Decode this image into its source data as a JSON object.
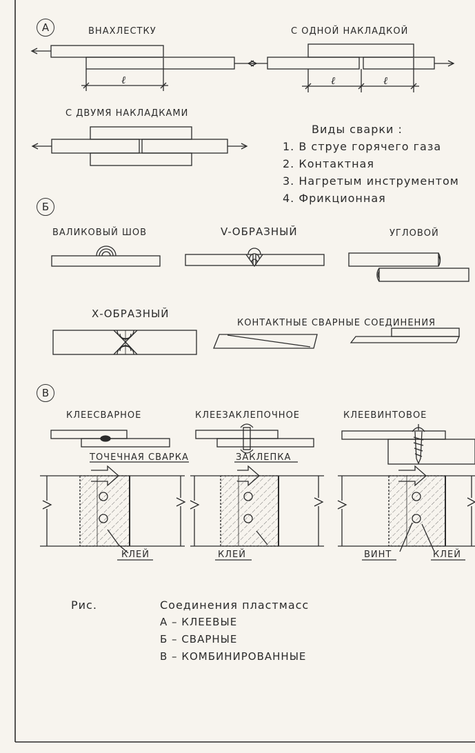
{
  "sections": {
    "a": "А",
    "b": "Б",
    "v": "В"
  },
  "adhesive": {
    "overlap": "ВНАХЛЕСТКУ",
    "one_strap": "С ОДНОЙ НАКЛАДКОЙ",
    "two_straps": "С ДВУМЯ НАКЛАДКАМИ",
    "length_symbol": "ℓ"
  },
  "welding_types": {
    "title": "Виды сварки :",
    "items": [
      "1. В струе горячего газа",
      "2. Контактная",
      "3. Нагретым инструментом",
      "4. Фрикционная"
    ]
  },
  "welded": {
    "bead": "ВАЛИКОВЫЙ ШОВ",
    "v_shaped": "V-ОБРАЗНЫЙ",
    "corner": "УГЛОВОЙ",
    "x_shaped": "Х-ОБРАЗНЫЙ",
    "contact": "КОНТАКТНЫЕ СВАРНЫЕ СОЕДИНЕНИЯ"
  },
  "combined": {
    "glue_weld": "КЛЕЕСВАРНОЕ",
    "glue_rivet": "КЛЕЕЗАКЛЕПОЧНОЕ",
    "glue_screw": "КЛЕЕВИНТОВОЕ",
    "spot_weld": "ТОЧЕЧНАЯ СВАРКА",
    "rivet": "ЗАКЛЕПКА",
    "glue1": "КЛЕЙ",
    "glue2": "КЛЕЙ",
    "screw": "ВИНТ",
    "glue3": "КЛЕЙ"
  },
  "caption": {
    "fig": "Рис.",
    "title": "Соединения пластмасс",
    "a": "А – КЛЕЕВЫЕ",
    "b": "Б – СВАРНЫЕ",
    "v": "В – КОМБИНИРОВАННЫЕ"
  }
}
